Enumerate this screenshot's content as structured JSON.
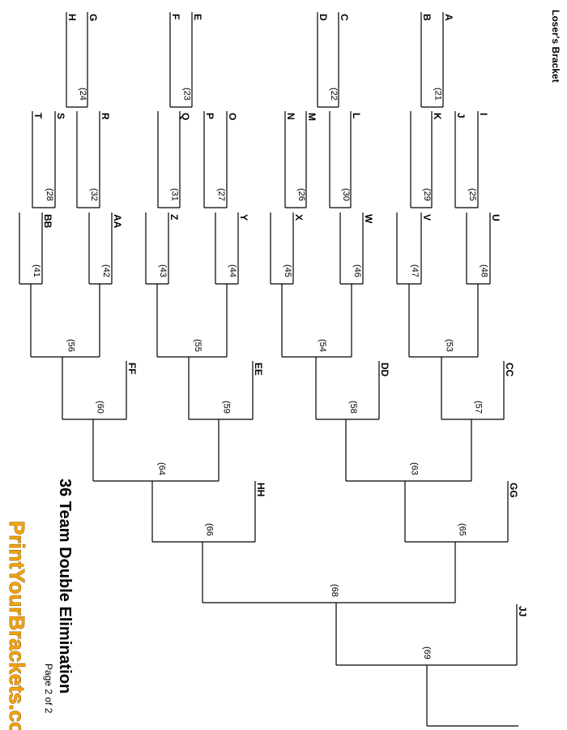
{
  "section_title": "Loser's Bracket",
  "title": "36 Team Double Elimination",
  "page_label": "Page 2 of 2",
  "brand": "PrintYourBrackets.com",
  "brand_color": "#f2a30f",
  "rounds": {
    "r1": [
      {
        "top": "A",
        "bottom": "B",
        "game": "(21"
      },
      {
        "top": "C",
        "bottom": "D",
        "game": "(22"
      },
      {
        "top": "E",
        "bottom": "F",
        "game": "(23"
      },
      {
        "top": "G",
        "bottom": "H",
        "game": "(24"
      }
    ],
    "r2": [
      {
        "top": "I",
        "bottom": "J",
        "game": "(25"
      },
      {
        "top": "K",
        "bottom": "",
        "game": "(29"
      },
      {
        "top": "L",
        "bottom": "",
        "game": "(30"
      },
      {
        "top": "M",
        "bottom": "N",
        "game": "(26"
      },
      {
        "top": "O",
        "bottom": "P",
        "game": "(27"
      },
      {
        "top": "Q",
        "bottom": "",
        "game": "(31"
      },
      {
        "top": "R",
        "bottom": "",
        "game": "(32"
      },
      {
        "top": "S",
        "bottom": "T",
        "game": "(28"
      }
    ],
    "r3": [
      {
        "top": "U",
        "game": "(48"
      },
      {
        "top": "V",
        "game": "(47"
      },
      {
        "top": "W",
        "game": "(46"
      },
      {
        "top": "X",
        "game": "(45"
      },
      {
        "top": "Y",
        "game": "(44"
      },
      {
        "top": "Z",
        "game": "(43"
      },
      {
        "top": "AA",
        "game": "(42"
      },
      {
        "top": "BB",
        "game": "(41"
      }
    ],
    "r4": [
      "(53",
      "(54",
      "(55",
      "(56"
    ],
    "r5": [
      {
        "top": "CC",
        "game": "(57"
      },
      {
        "top": "DD",
        "game": "(58"
      },
      {
        "top": "EE",
        "game": "(59"
      },
      {
        "top": "FF",
        "game": "(60"
      }
    ],
    "r6": [
      "(63",
      "(64"
    ],
    "r7": [
      {
        "top": "GG",
        "game": "(65"
      },
      {
        "top": "HH",
        "game": "(66"
      }
    ],
    "r8": [
      "(68"
    ],
    "r9": [
      {
        "top": "JJ",
        "game": "(69"
      }
    ]
  }
}
